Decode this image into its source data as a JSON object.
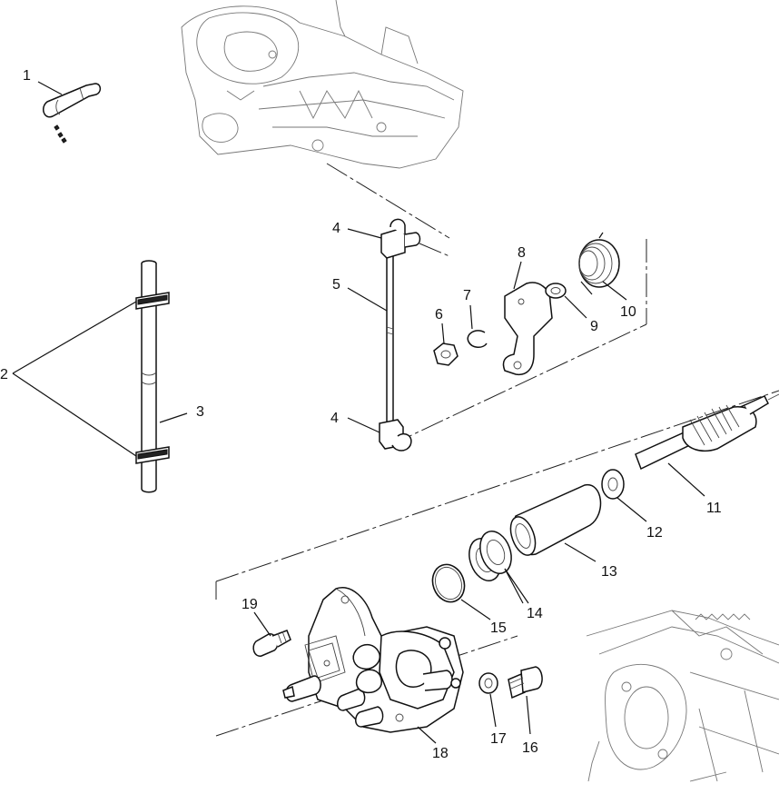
{
  "diagram": {
    "callouts": [
      {
        "id": "1",
        "text": "1"
      },
      {
        "id": "2",
        "text": "2"
      },
      {
        "id": "3",
        "text": "3"
      },
      {
        "id": "4a",
        "text": "4"
      },
      {
        "id": "4b",
        "text": "4"
      },
      {
        "id": "5",
        "text": "5"
      },
      {
        "id": "6",
        "text": "6"
      },
      {
        "id": "7",
        "text": "7"
      },
      {
        "id": "8",
        "text": "8"
      },
      {
        "id": "9",
        "text": "9"
      },
      {
        "id": "10",
        "text": "10"
      },
      {
        "id": "11",
        "text": "11"
      },
      {
        "id": "12",
        "text": "12"
      },
      {
        "id": "13",
        "text": "13"
      },
      {
        "id": "14",
        "text": "14"
      },
      {
        "id": "15",
        "text": "15"
      },
      {
        "id": "16",
        "text": "16"
      },
      {
        "id": "17",
        "text": "17"
      },
      {
        "id": "18",
        "text": "18"
      },
      {
        "id": "19",
        "text": "19"
      }
    ]
  }
}
